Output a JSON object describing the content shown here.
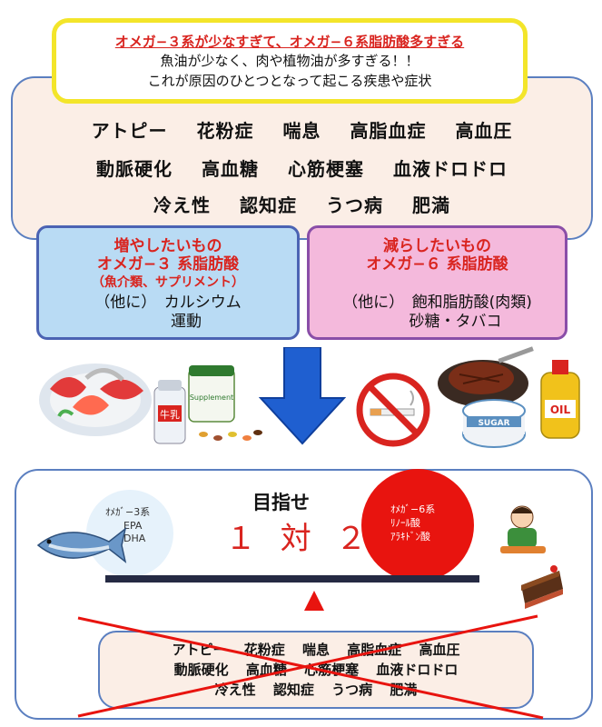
{
  "header": {
    "headline": "オメガ−３系が少なすぎて、オメガ−６系脂肪酸多すぎる",
    "line1": "魚油が少なく、肉や植物油が多すぎる！！",
    "line2": "これが原因のひとつとなって起こる疾患や症状"
  },
  "diseases": {
    "row1": [
      "アトピー",
      "花粉症",
      "喘息",
      "高脂血症",
      "高血圧"
    ],
    "row2": [
      "動脈硬化",
      "高血糖",
      "心筋梗塞",
      "血液ドロドロ"
    ],
    "row3": [
      "冷え性",
      "認知症",
      "うつ病",
      "肥満"
    ]
  },
  "increase": {
    "title1": "増やしたいもの",
    "title2": "オメガ−３ 系脂肪酸",
    "title3": "（魚介類、サプリメント）",
    "other1": "（他に）　カルシウム",
    "other2": "運動"
  },
  "decrease": {
    "title1": "減らしたいもの",
    "title2": "オメガ−６ 系脂肪酸",
    "other1": "（他に）　飽和脂肪酸(肉類)",
    "other2": "砂糖・タバコ"
  },
  "illustrations": {
    "supplement_label": "Supplement",
    "milk_label": "牛乳",
    "sugar_label": "SUGAR",
    "oil_label": "OIL"
  },
  "goal": {
    "title": "目指せ",
    "ratio": "１ 対 ２",
    "omega3": [
      "ｵﾒｶﾞ−3系",
      "EPA",
      "DHA"
    ],
    "omega6": [
      "ｵﾒｶﾞ−6系",
      "ﾘﾉｰﾙ酸",
      "ｱﾗｷﾄﾞﾝ酸"
    ]
  },
  "colors": {
    "accent_red": "#d9241f",
    "frame_blue": "#5b7fc0",
    "increase_bg": "#b9dbf4",
    "decrease_bg": "#f4b9dc",
    "arrow_blue": "#1f5fd0"
  }
}
